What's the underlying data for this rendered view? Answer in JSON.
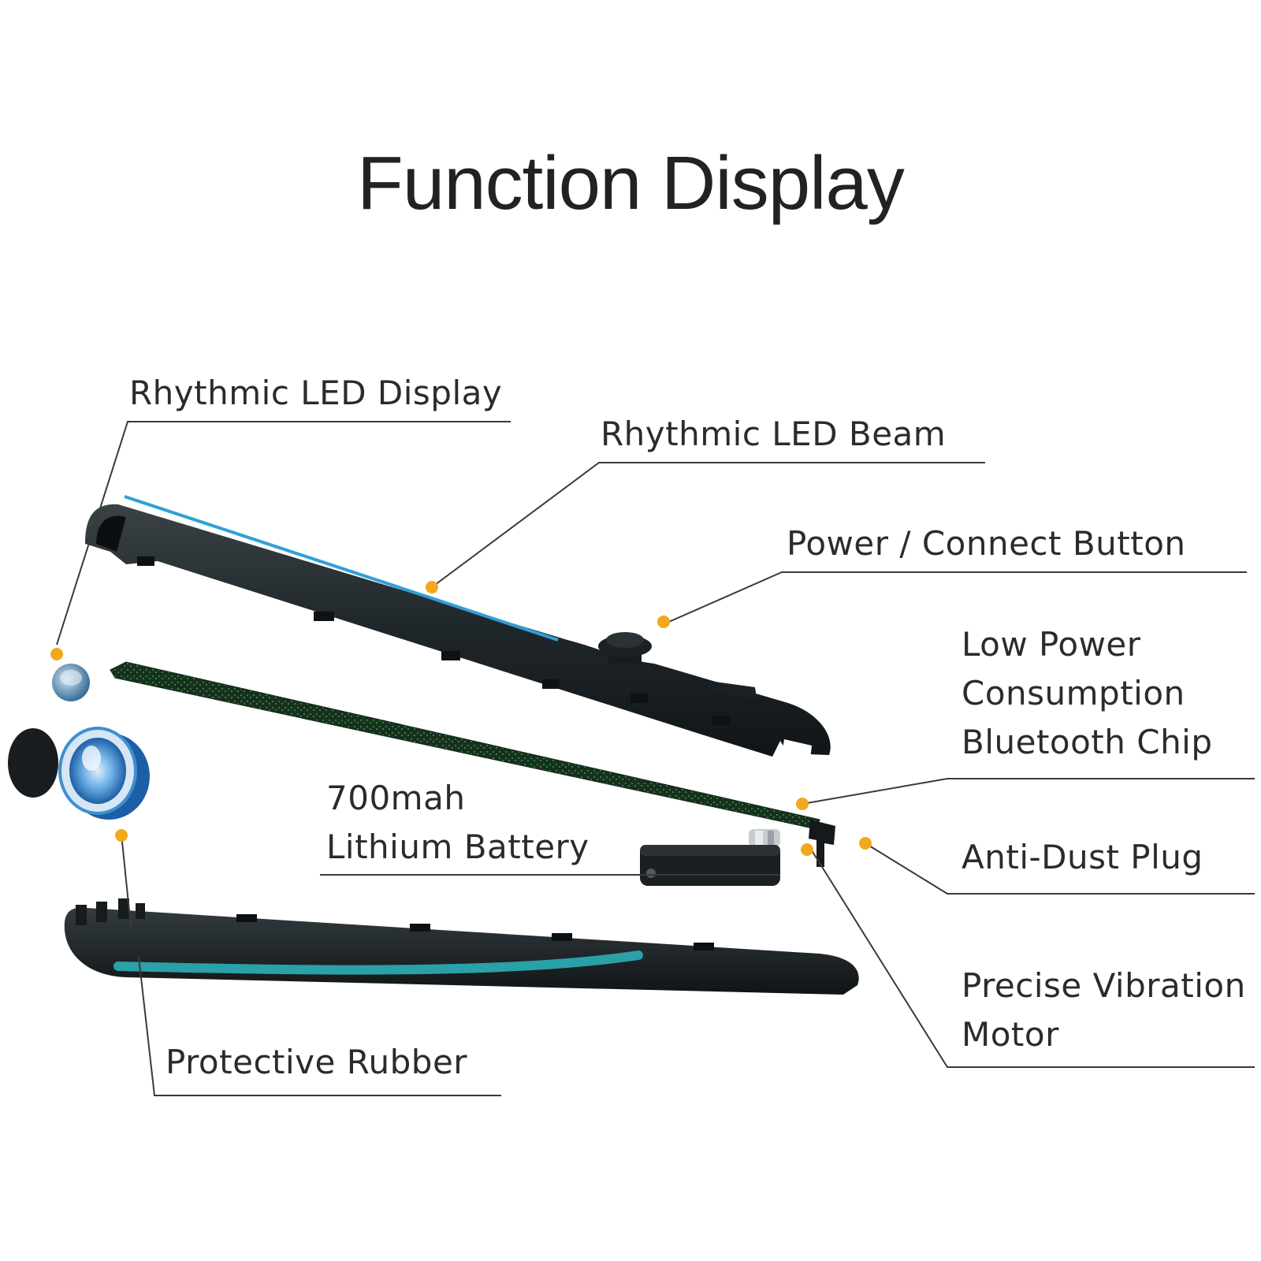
{
  "title": "Function Display",
  "colors": {
    "marker": "#f2a81d",
    "leader": "#3a3a3a",
    "housing": "#1d2327",
    "led_beam": "#2fa0d8",
    "rubber_stripe": "#2aa0a8",
    "pcb": "#1c3a22",
    "lens": "#3d8fd0"
  },
  "labels": {
    "led_display": "Rhythmic LED Display",
    "led_beam": "Rhythmic LED Beam",
    "power_button": "Power / Connect Button",
    "bt_chip_1": "Low Power",
    "bt_chip_2": "Consumption",
    "bt_chip_3": "Bluetooth Chip",
    "battery_1": "700mah",
    "battery_2": "Lithium Battery",
    "anti_dust": "Anti-Dust Plug",
    "motor_1": "Precise Vibration",
    "motor_2": "Motor",
    "rubber": "Protective Rubber"
  }
}
